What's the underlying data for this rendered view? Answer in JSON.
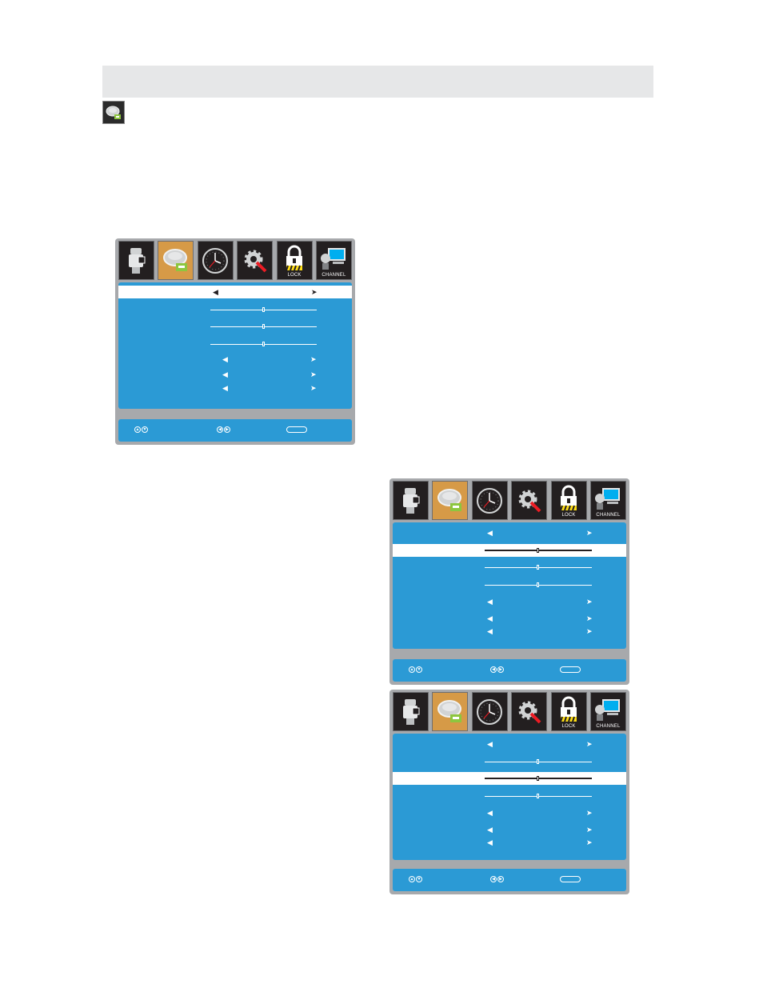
{
  "colors": {
    "header_bar": "#e6e7e8",
    "osd_frame": "#a7a9ac",
    "menu_blue": "#2b9ad5",
    "tab_dark": "#231f20",
    "tab_active": "#d69a47",
    "selected_row": "#ffffff"
  },
  "icons": {
    "page_badge": "sound-icon",
    "tabs": [
      "camera-icon",
      "sound-icon",
      "clock-icon",
      "settings-icon",
      "lock-icon",
      "channel-icon"
    ],
    "footer": [
      "up-down-icon",
      "left-right-icon",
      "menu-button-icon"
    ]
  },
  "tab_labels": {
    "lock": "LOCK",
    "channel": "CHANNEL"
  },
  "screens": [
    {
      "active_tab": "sound",
      "selected_row": 0,
      "slider_levels": [
        0.5,
        0.5,
        0.5
      ]
    },
    {
      "active_tab": "sound",
      "selected_row": 1,
      "slider_levels": [
        0.5,
        0.5,
        0.5
      ]
    },
    {
      "active_tab": "sound",
      "selected_row": 2,
      "slider_levels": [
        0.5,
        0.5,
        0.5
      ]
    }
  ]
}
